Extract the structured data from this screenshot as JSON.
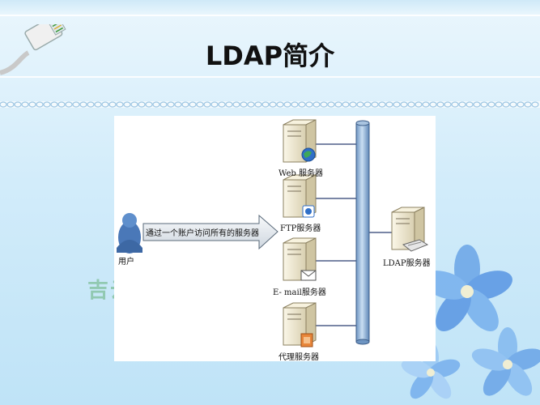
{
  "slide": {
    "title": "LDAP简介",
    "watermark": "吉云网"
  },
  "diagram": {
    "arrow_label": "通过一个账户访问所有的服务器",
    "user_label": "用户",
    "servers": [
      {
        "label": "Web 服务器",
        "badge": "globe"
      },
      {
        "label": "FTP服务器",
        "badge": "ftp"
      },
      {
        "label": "E- mail服务器",
        "badge": "mail"
      },
      {
        "label": "代理服务器",
        "badge": "proxy"
      }
    ],
    "ldap_label": "LDAP服务器"
  },
  "colors": {
    "pipe": "#8fb3d6",
    "arrow_fill": "#eef2f6",
    "user": "#4a78b8",
    "server_body": "#f2ecd8"
  }
}
